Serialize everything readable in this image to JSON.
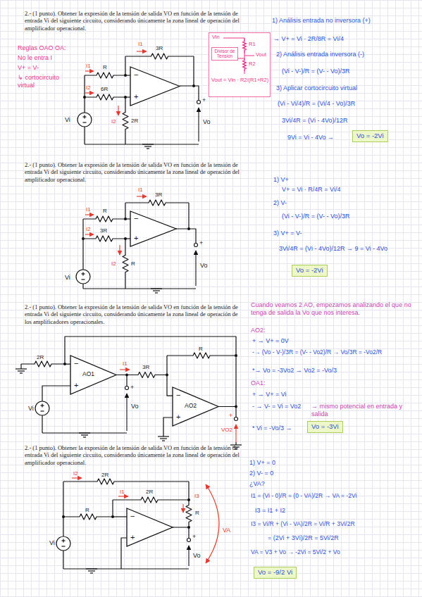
{
  "diagram": {
    "nodes": [
      {
        "text": [
          "Vin",
          "R1",
          "Vout",
          "R2",
          "Vout = Vin · R2/(R1+R2)"
        ]
      },
      {
        "text": [
          "Divisor de Tensión"
        ],
        "in": 0
      },
      {
        "text": [
          "−",
          "+"
        ]
      },
      {
        "text": [
          "Vo = -2Vi"
        ]
      },
      {
        "text": [
          "−",
          "+"
        ]
      },
      {
        "text": [
          "Vo = -2Vi"
        ]
      },
      {
        "text": [
          "−",
          "+",
          "AO1"
        ]
      },
      {
        "text": [
          "−",
          "+",
          "AO2"
        ]
      },
      {
        "text": [
          "Vo = -3Vi"
        ]
      },
      {
        "text": [
          "−",
          "+"
        ]
      },
      {
        "text": [
          "Vo = -9/2 Vi"
        ]
      }
    ],
    "edges": [
      {
        "from": 6,
        "to": 7,
        "arrow": "none",
        "label": "3R"
      },
      {
        "from": 7,
        "to": 6,
        "arrow": "none"
      }
    ],
    "labels": [
      "2.- (1 punto). Obtener la expresión de la tensión de salida VO en función de la tensión de entrada Vi del siguiente circuito, considerando únicamente la zona lineal de operación del amplificador operacional.",
      "Reglas OAO OA:",
      "No le entra I",
      "V+ = V-",
      "↳ cortocircuito virtual",
      "I1",
      "3R",
      "I1",
      "R",
      "I2",
      "6R",
      "Vi",
      "I2",
      "2R",
      "+",
      "Vo",
      "1) Análisis entrada no inversora (+)",
      "→ V+ = Vi · 2R/8R = Vi/4",
      "2) Análisis entrada inversora (-)",
      "(Vi - V-)/R = (V- - Vo)/3R",
      "3) Aplicar cortocircuito virtual",
      "(Vi - Vi/4)/R = (Vi/4 - Vo)/3R",
      "3Vi/4R = (Vi - 4Vo)/12R",
      "9Vi = Vi - 4Vo →",
      "2.- (1 punto). Obtener la expresión de la tensión de salida VO en función de la tensión de entrada Vi del siguiente circuito, considerando únicamente la zona lineal de operación del amplificador operacional.",
      "I1",
      "3R",
      "I1",
      "R",
      "I2",
      "3R",
      "I2",
      "R",
      "Vi",
      "+",
      "Vo",
      "1) V+",
      "V+ = Vi · R/4R = Vi/4",
      "2) V-",
      "(Vi - V-)/R = (V- - Vo)/3R",
      "3) V+ = V-",
      "3Vi/4R = (Vi - 4Vo)/12R → 9 = Vi - 4Vo",
      "2.- (1 punto). Obtener la expresión de la tensión de salida VO en función de la tensión de entrada Vi del siguiente circuito, considerando únicamente la zona lineal de operación de los amplificadores operacionales.",
      "2R",
      "I1",
      "R",
      "+",
      "Vo",
      "Vi",
      "+",
      "VO2",
      "Cuando veamos 2 AO, empezamos analizando el que no tenga de salida la Vo que nos interesa.",
      "AO2:",
      "+ → V+ = 0V",
      "-→ (Vo - V-)/3R = (V- - Vo2)/R → Vo/3R = -Vo2/R",
      "*→ Vo = -3Vo2 → Vo2 = -Vo/3",
      "OA1:",
      "+ → V+ = Vi",
      "- → V- = Vi = Vo2",
      "→ mismo potencial en entrada y salida",
      "* Vi = -Vo/3 →",
      "2.- (1 punto). Obtener la expresión de la tensión de salida VO en función de la tensión de entrada Vi del siguiente circuito, considerando únicamente la zona lineal de operación del amplificador operacional.",
      "I2",
      "2R",
      "I1",
      "2R",
      "I3",
      "R",
      "R",
      "Vi",
      "+",
      "Vo",
      "VA",
      "1) V+ = 0",
      "2) V- = 0",
      "¿VA?",
      "I1 = (Vi - 0)/R = (0 - VA)/2R → VA = -2Vi",
      "I3 = I1 + I2",
      "I3 = Vi/R + (Vi - VA)/2R = Vi/R + 3Vi/2R",
      "= (2Vi + 3Vi)/2R = 5Vi/2R",
      "VA = V3 + Vo → -2Vi = 5Vi/2 + Vo"
    ]
  }
}
